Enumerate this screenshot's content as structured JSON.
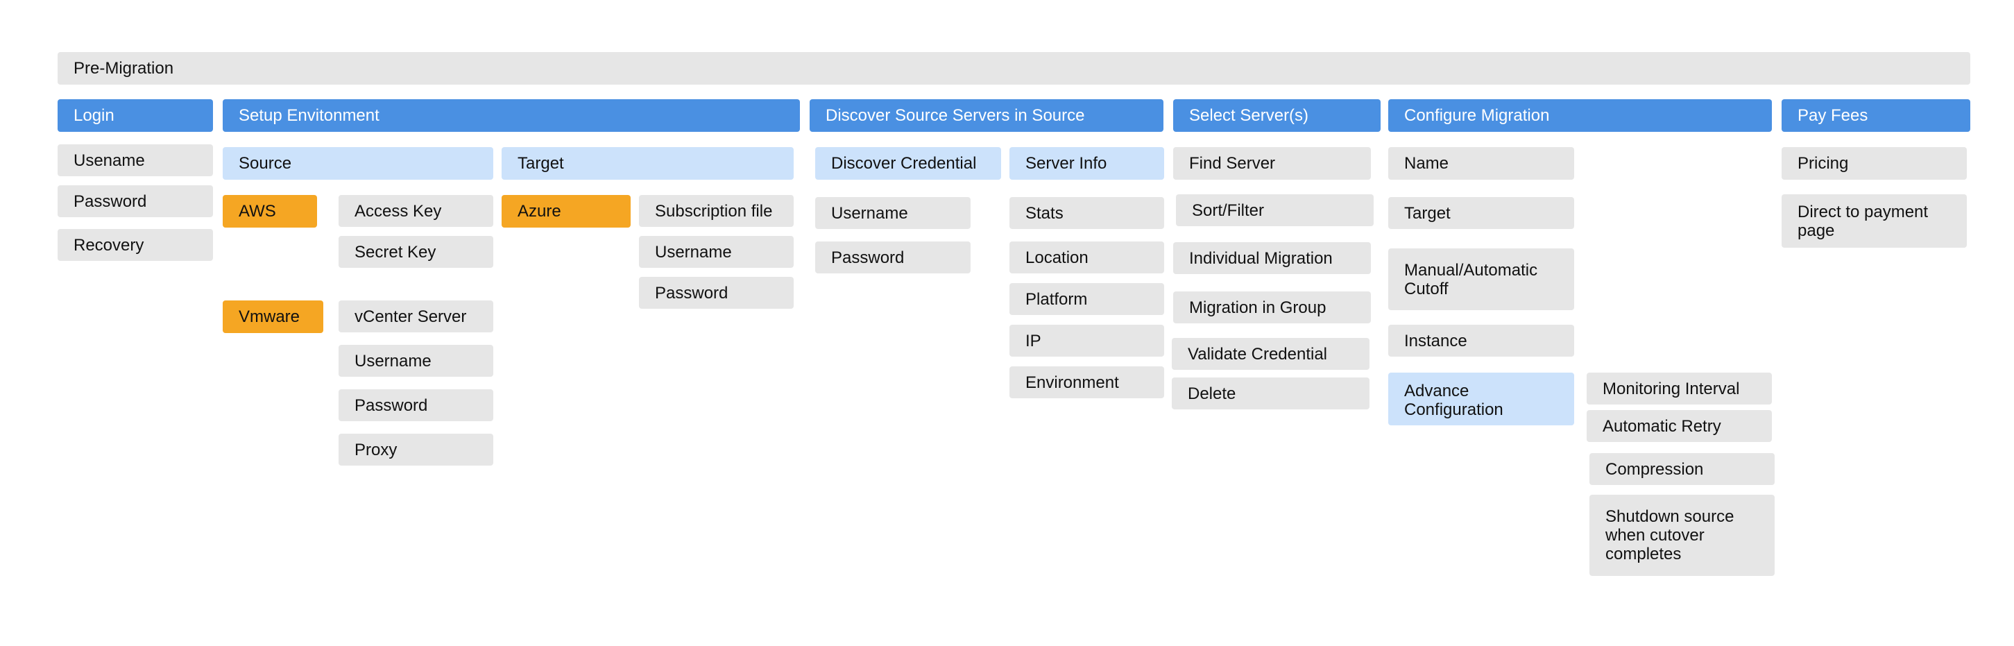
{
  "title": "Pre-Migration",
  "colors": {
    "header": "#4a90e2",
    "subheader": "#cce2fb",
    "provider": "#f5a623",
    "leaf": "#e6e6e6"
  },
  "headers": {
    "login": "Login",
    "setup": "Setup Envitonment",
    "discover": "Discover Source Servers in Source",
    "select": "Select Server(s)",
    "configure": "Configure Migration",
    "pay": "Pay Fees"
  },
  "login": {
    "items": [
      "Usename",
      "Password",
      "Recovery"
    ]
  },
  "setup": {
    "source_label": "Source",
    "target_label": "Target",
    "aws": {
      "label": "AWS",
      "items": [
        "Access Key",
        "Secret Key"
      ]
    },
    "vmware": {
      "label": "Vmware",
      "items": [
        "vCenter Server",
        "Username",
        "Password",
        "Proxy"
      ]
    },
    "azure": {
      "label": "Azure",
      "items": [
        "Subscription file",
        "Username",
        "Password"
      ]
    }
  },
  "discover": {
    "credential_label": "Discover Credential",
    "credential_items": [
      "Username",
      "Password"
    ],
    "server_info_label": "Server Info",
    "server_info_items": [
      "Stats",
      "Location",
      "Platform",
      "IP",
      "Environment"
    ]
  },
  "select": {
    "items": [
      "Find Server",
      "Sort/Filter",
      "Individual Migration",
      "Migration in Group",
      "Validate Credential",
      "Delete"
    ]
  },
  "configure": {
    "items": [
      "Name",
      "Target",
      "Manual/Automatic Cutoff",
      "Instance"
    ],
    "advanced_label": "Advance Configuration",
    "advanced_items": [
      "Monitoring Interval",
      "Automatic Retry",
      "Compression",
      "Shutdown source when cutover completes"
    ]
  },
  "pay": {
    "items": [
      "Pricing",
      "Direct to payment page"
    ]
  }
}
